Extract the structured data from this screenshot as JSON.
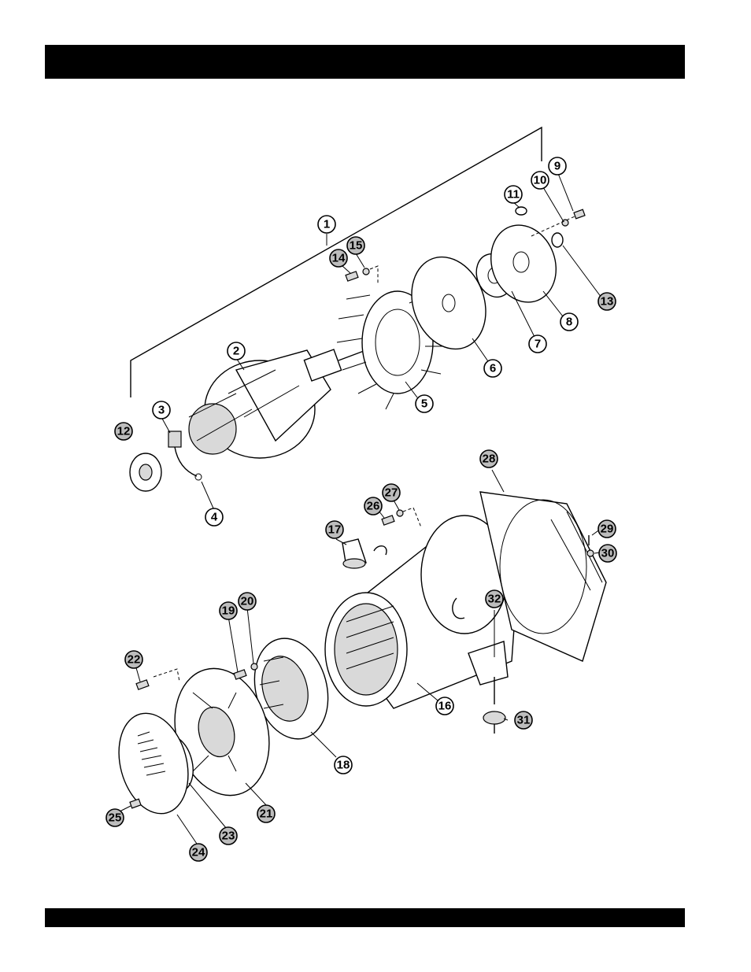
{
  "header": {
    "title": ""
  },
  "footer": {
    "text": ""
  },
  "callouts": [
    "1",
    "2",
    "3",
    "4",
    "5",
    "6",
    "7",
    "8",
    "9",
    "10",
    "11",
    "12",
    "13",
    "14",
    "15",
    "16",
    "17",
    "18",
    "19",
    "20",
    "21",
    "22",
    "23",
    "24",
    "25",
    "26",
    "27",
    "28",
    "29",
    "30",
    "31",
    "32"
  ],
  "colors": {
    "ink": "#000000",
    "paper": "#ffffff",
    "callout_fill_shaded": "#bdbdbd"
  }
}
